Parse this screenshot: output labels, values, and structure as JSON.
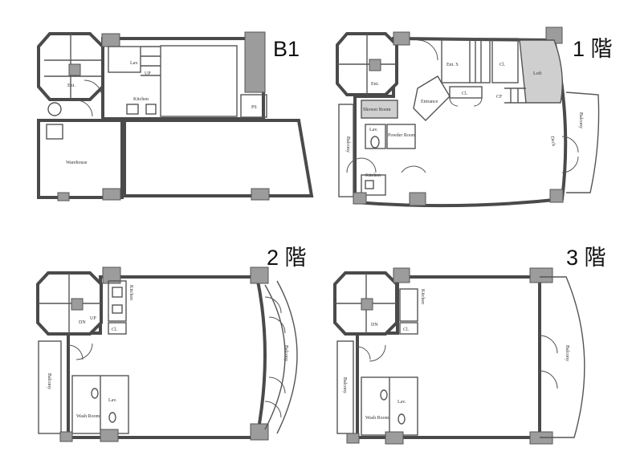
{
  "floors": [
    {
      "name": "B1",
      "rooms": {
        "entrance": "Ent.",
        "lavatory": "Lav.",
        "up": "UP",
        "kitchen": "Kitchen",
        "warehouse": "Warehouse",
        "ps": "PS"
      }
    },
    {
      "name": "1 階",
      "rooms": {
        "entrance": "Ent.",
        "entrance_hall": "Ent. S",
        "closet": "Cl.",
        "closet2": "Cl.",
        "loft": "Loft",
        "cl_label": "CF",
        "shower": "Shower Room",
        "powder": "Powder Room",
        "lavatory": "Lav.",
        "kitchen": "Kitchen",
        "entrance2": "Entrance",
        "balcony_left": "Balcony",
        "balcony_right": "Balcony",
        "deck": "Deck"
      }
    },
    {
      "name": "2 階",
      "rooms": {
        "kitchen": "Kitchen",
        "closet": "Cl.",
        "up": "UP",
        "dn": "DN",
        "balcony_left": "Balcony",
        "balcony_right": "Balcony",
        "lavatory": "Lav.",
        "wash": "Wash Room"
      }
    },
    {
      "name": "3 階",
      "rooms": {
        "kitchen": "Kitchen",
        "closet": "Cl.",
        "dn": "DN",
        "balcony_left": "Balcony",
        "balcony_right": "Balcony",
        "lavatory": "Lav.",
        "wash": "Wash Room"
      }
    }
  ]
}
